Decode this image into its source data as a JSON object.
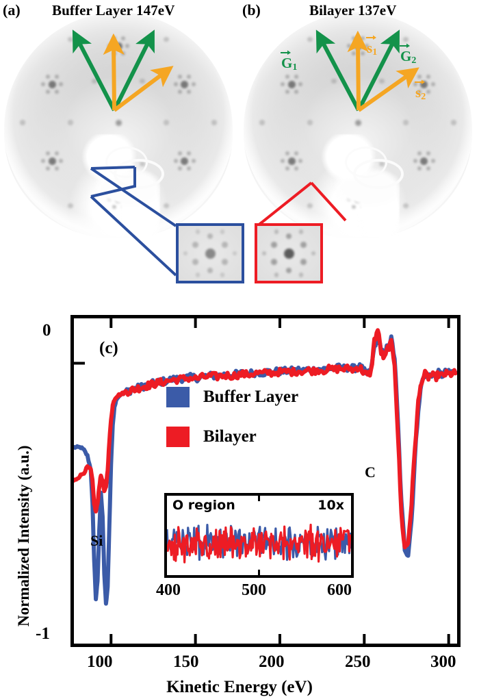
{
  "figure": {
    "panels": [
      {
        "id": "a",
        "tag": "(a)",
        "title": "Buffer Layer 147eV",
        "energy_eV": 147,
        "callout_color": "#2b4f9e"
      },
      {
        "id": "b",
        "tag": "(b)",
        "title": "Bilayer 137eV",
        "energy_eV": 137,
        "callout_color": "#ed1c24"
      }
    ],
    "vectors": [
      {
        "name": "G1",
        "label": "G",
        "sub": "1",
        "color": "#13924a",
        "desc": "graphene-reciprocal-vector-1"
      },
      {
        "name": "G2",
        "label": "G",
        "sub": "2",
        "color": "#13924a",
        "desc": "graphene-reciprocal-vector-2"
      },
      {
        "name": "s1",
        "label": "s",
        "sub": "1",
        "color": "#f5a623",
        "desc": "sic-reciprocal-vector-1"
      },
      {
        "name": "s2",
        "label": "s",
        "sub": "2",
        "color": "#f5a623",
        "desc": "sic-reciprocal-vector-2"
      }
    ],
    "panel_c_tag": "(c)"
  },
  "chart_data": {
    "type": "line",
    "title": "",
    "xlabel": "Kinetic Energy (eV)",
    "ylabel": "Normalized Intensity (a.u.)",
    "xlim": [
      78,
      305
    ],
    "ylim": [
      -1.0,
      0.16
    ],
    "xticks": [
      100,
      150,
      200,
      250,
      300
    ],
    "yticks": [
      0,
      -1
    ],
    "ytick_labels": [
      "0",
      "-1"
    ],
    "grid": false,
    "legend_position": "center",
    "annotations": [
      {
        "text": "Si",
        "x": 97,
        "y": -0.78
      },
      {
        "text": "C",
        "x": 268,
        "y": -0.55
      }
    ],
    "series": [
      {
        "name": "Buffer Layer",
        "color": "#3b5ba8",
        "x": [
          78,
          80,
          82,
          84,
          86,
          88,
          89,
          90,
          91,
          92,
          93,
          94,
          95,
          96,
          97,
          98,
          99,
          100,
          101,
          102,
          103,
          104,
          106,
          108,
          110,
          112,
          114,
          116,
          118,
          120,
          122,
          124,
          126,
          128,
          130,
          133,
          136,
          139,
          142,
          145,
          148,
          151,
          154,
          157,
          160,
          163,
          166,
          169,
          172,
          175,
          178,
          181,
          184,
          187,
          190,
          193,
          196,
          199,
          202,
          205,
          208,
          211,
          214,
          217,
          220,
          223,
          226,
          229,
          232,
          235,
          238,
          241,
          244,
          246,
          248,
          250,
          252,
          254,
          256,
          258,
          260,
          262,
          264,
          266,
          268,
          270,
          272,
          274,
          276,
          278,
          280,
          282,
          284,
          286,
          288,
          290,
          292,
          294,
          296,
          298,
          300,
          302,
          304
        ],
        "y": [
          -0.3,
          -0.3,
          -0.3,
          -0.31,
          -0.33,
          -0.38,
          -0.5,
          -0.7,
          -0.84,
          -0.78,
          -0.6,
          -0.46,
          -0.55,
          -0.75,
          -0.86,
          -0.8,
          -0.58,
          -0.36,
          -0.22,
          -0.16,
          -0.13,
          -0.12,
          -0.11,
          -0.105,
          -0.1,
          -0.095,
          -0.092,
          -0.088,
          -0.085,
          -0.08,
          -0.078,
          -0.074,
          -0.072,
          -0.068,
          -0.066,
          -0.062,
          -0.058,
          -0.056,
          -0.054,
          -0.052,
          -0.05,
          -0.052,
          -0.048,
          -0.046,
          -0.044,
          -0.046,
          -0.042,
          -0.04,
          -0.042,
          -0.038,
          -0.036,
          -0.038,
          -0.034,
          -0.032,
          -0.034,
          -0.03,
          -0.032,
          -0.028,
          -0.03,
          -0.026,
          -0.028,
          -0.024,
          -0.026,
          -0.022,
          -0.024,
          -0.02,
          -0.022,
          -0.018,
          -0.02,
          -0.016,
          -0.018,
          -0.014,
          -0.02,
          -0.01,
          -0.016,
          -0.03,
          -0.04,
          -0.026,
          0.06,
          0.1,
          0.05,
          0.02,
          0.07,
          0.085,
          0.02,
          -0.22,
          -0.5,
          -0.66,
          -0.68,
          -0.56,
          -0.34,
          -0.16,
          -0.07,
          -0.04,
          -0.045,
          -0.038,
          -0.048,
          -0.036,
          -0.042,
          -0.034,
          -0.036,
          -0.033,
          -0.032
        ]
      },
      {
        "name": "Bilayer",
        "color": "#ed1c24",
        "x": [
          78,
          80,
          82,
          84,
          86,
          88,
          89,
          90,
          91,
          92,
          93,
          94,
          95,
          96,
          97,
          98,
          99,
          100,
          101,
          102,
          103,
          104,
          106,
          108,
          110,
          112,
          114,
          116,
          118,
          120,
          122,
          124,
          126,
          128,
          130,
          133,
          136,
          139,
          142,
          145,
          148,
          151,
          154,
          157,
          160,
          163,
          166,
          169,
          172,
          175,
          178,
          181,
          184,
          187,
          190,
          193,
          196,
          199,
          202,
          205,
          208,
          211,
          214,
          217,
          220,
          223,
          226,
          229,
          232,
          235,
          238,
          241,
          244,
          246,
          248,
          250,
          252,
          254,
          256,
          258,
          260,
          262,
          264,
          266,
          268,
          270,
          272,
          274,
          276,
          278,
          280,
          282,
          284,
          286,
          288,
          290,
          292,
          294,
          296,
          298,
          300,
          302,
          304
        ],
        "y": [
          -0.42,
          -0.41,
          -0.4,
          -0.39,
          -0.37,
          -0.38,
          -0.42,
          -0.5,
          -0.53,
          -0.5,
          -0.44,
          -0.4,
          -0.42,
          -0.46,
          -0.44,
          -0.38,
          -0.28,
          -0.2,
          -0.15,
          -0.13,
          -0.12,
          -0.115,
          -0.11,
          -0.105,
          -0.1,
          -0.096,
          -0.093,
          -0.089,
          -0.086,
          -0.082,
          -0.079,
          -0.076,
          -0.073,
          -0.07,
          -0.068,
          -0.064,
          -0.06,
          -0.058,
          -0.056,
          -0.054,
          -0.053,
          -0.055,
          -0.05,
          -0.048,
          -0.046,
          -0.048,
          -0.045,
          -0.043,
          -0.045,
          -0.041,
          -0.039,
          -0.041,
          -0.037,
          -0.035,
          -0.037,
          -0.033,
          -0.035,
          -0.031,
          -0.033,
          -0.029,
          -0.031,
          -0.027,
          -0.029,
          -0.025,
          -0.027,
          -0.023,
          -0.025,
          -0.021,
          -0.023,
          -0.019,
          -0.021,
          -0.018,
          -0.024,
          -0.014,
          -0.02,
          -0.034,
          -0.044,
          -0.03,
          0.08,
          0.12,
          0.04,
          0.015,
          0.055,
          0.07,
          0.0,
          -0.26,
          -0.54,
          -0.66,
          -0.64,
          -0.5,
          -0.3,
          -0.14,
          -0.06,
          -0.04,
          -0.05,
          -0.042,
          -0.052,
          -0.04,
          -0.046,
          -0.038,
          -0.04,
          -0.037,
          -0.036
        ]
      }
    ],
    "inset": {
      "type": "line",
      "title": "O region",
      "multiplier_label": "10x",
      "xlim": [
        400,
        600
      ],
      "xticks": [
        400,
        500,
        600
      ],
      "xtick_labels": [
        "400",
        "500",
        "600"
      ],
      "ylim": [
        -1,
        1
      ],
      "series": [
        {
          "name": "Buffer Layer",
          "color": "#3b5ba8"
        },
        {
          "name": "Bilayer",
          "color": "#ed1c24"
        }
      ]
    },
    "legend": [
      {
        "label": "Buffer Layer",
        "color": "#3b5ba8"
      },
      {
        "label": "Bilayer",
        "color": "#ed1c24"
      }
    ]
  }
}
